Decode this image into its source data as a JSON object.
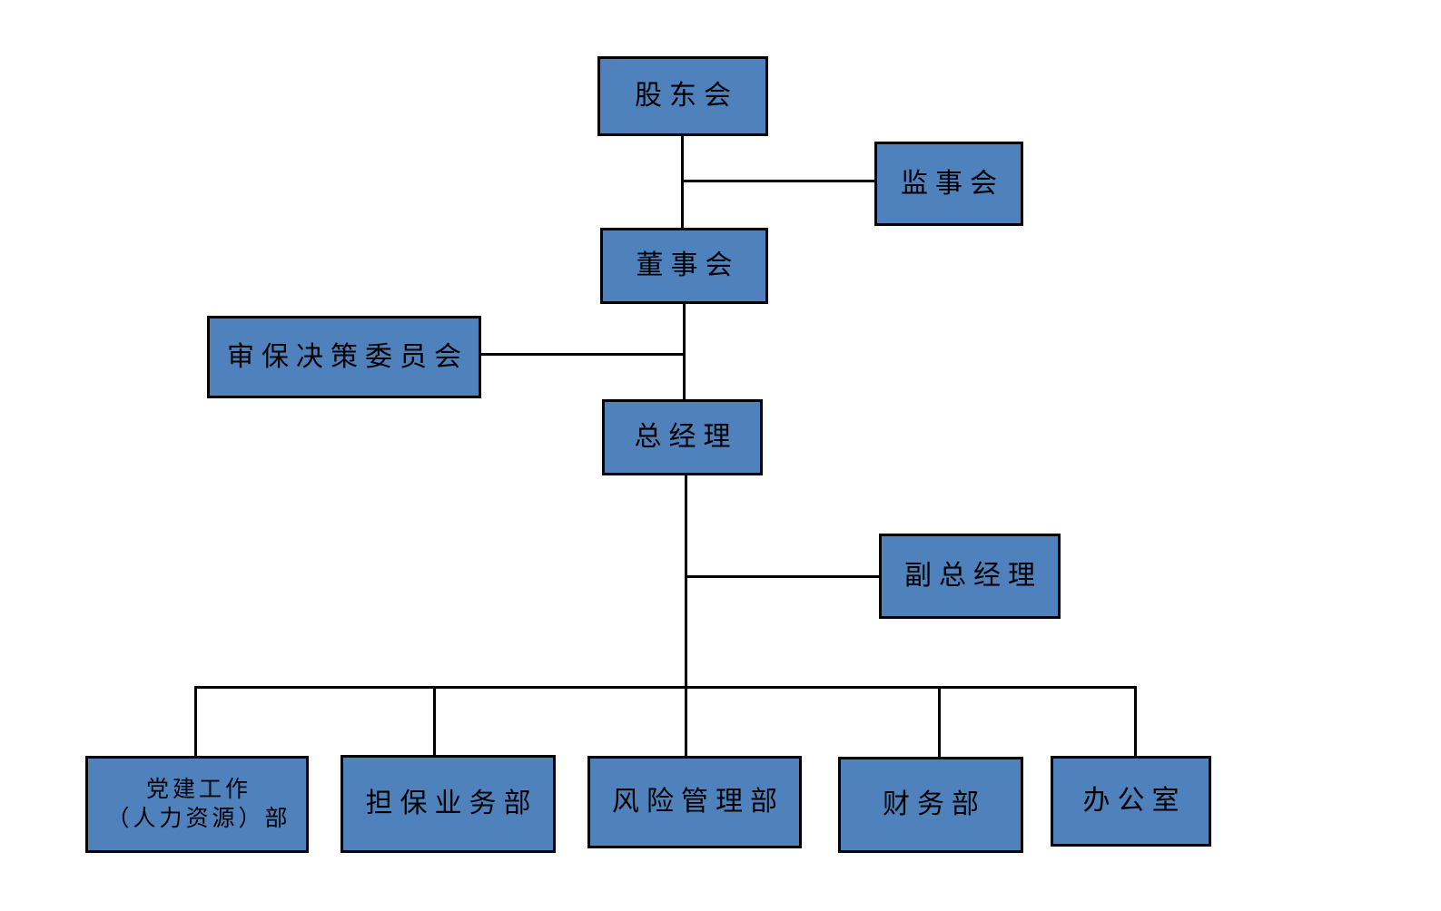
{
  "diagram": {
    "type": "org-chart",
    "nodes": {
      "shareholders": {
        "label": "股东会"
      },
      "supervisory": {
        "label": "监事会"
      },
      "board": {
        "label": "董事会"
      },
      "committee": {
        "label": "审保决策委员会"
      },
      "general_manager": {
        "label": "总经理"
      },
      "deputy_general_manager": {
        "label": "副总经理"
      },
      "party_building": {
        "label_line1": "党建工作",
        "label_line2": "（人力资源）部"
      },
      "guarantee_business": {
        "label": "担保业务部"
      },
      "risk_management": {
        "label": "风险管理部"
      },
      "finance": {
        "label": "财务部"
      },
      "office": {
        "label": "办公室"
      }
    },
    "edges": [
      {
        "from": "shareholders",
        "to": "board"
      },
      {
        "from": "shareholders",
        "to": "supervisory"
      },
      {
        "from": "board",
        "to": "general_manager"
      },
      {
        "from": "board",
        "to": "committee"
      },
      {
        "from": "general_manager",
        "to": "deputy_general_manager"
      },
      {
        "from": "general_manager",
        "to": "party_building"
      },
      {
        "from": "general_manager",
        "to": "guarantee_business"
      },
      {
        "from": "general_manager",
        "to": "risk_management"
      },
      {
        "from": "general_manager",
        "to": "finance"
      },
      {
        "from": "general_manager",
        "to": "office"
      }
    ],
    "colors": {
      "node_fill": "#4f81bd",
      "node_border": "#000000",
      "connector": "#000000",
      "text": "#000000",
      "background": "#ffffff"
    }
  }
}
